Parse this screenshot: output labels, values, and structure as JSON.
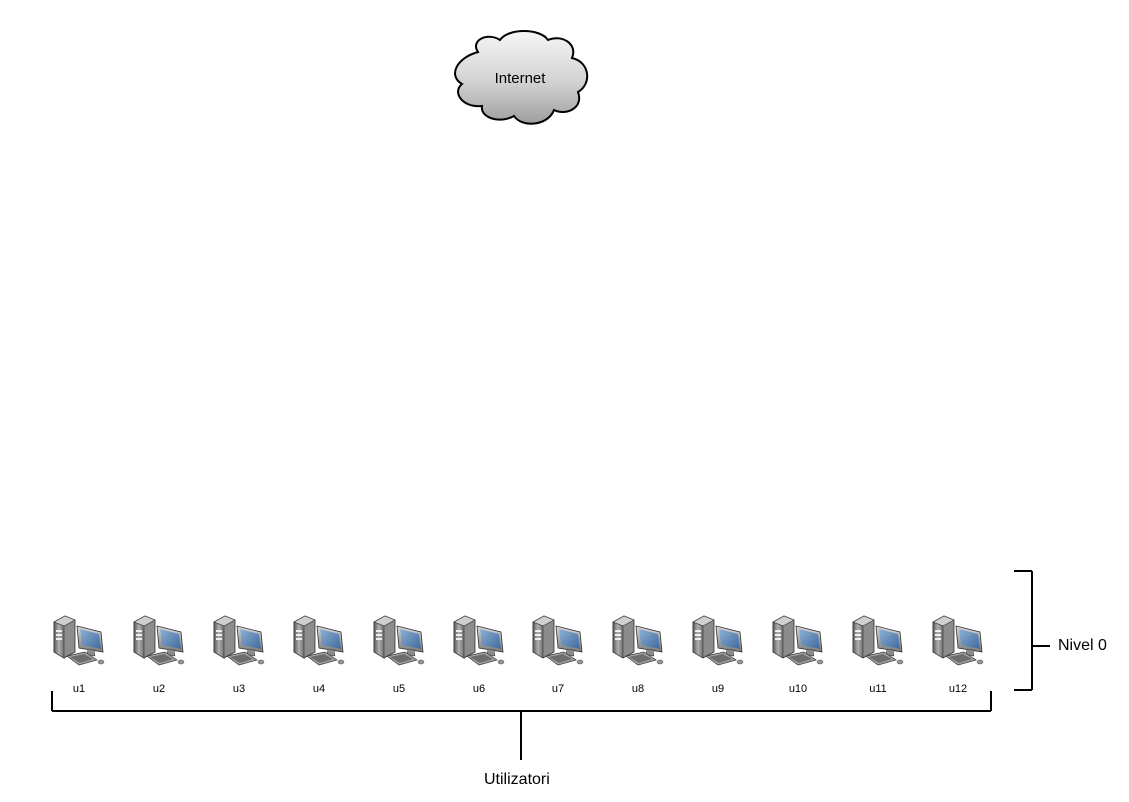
{
  "cloud": {
    "label": "Internet",
    "icon": "cloud-icon"
  },
  "computers": [
    {
      "label": "u1",
      "icon": "desktop-computer-icon"
    },
    {
      "label": "u2",
      "icon": "desktop-computer-icon"
    },
    {
      "label": "u3",
      "icon": "desktop-computer-icon"
    },
    {
      "label": "u4",
      "icon": "desktop-computer-icon"
    },
    {
      "label": "u5",
      "icon": "desktop-computer-icon"
    },
    {
      "label": "u6",
      "icon": "desktop-computer-icon"
    },
    {
      "label": "u7",
      "icon": "desktop-computer-icon"
    },
    {
      "label": "u8",
      "icon": "desktop-computer-icon"
    },
    {
      "label": "u9",
      "icon": "desktop-computer-icon"
    },
    {
      "label": "u10",
      "icon": "desktop-computer-icon"
    },
    {
      "label": "u11",
      "icon": "desktop-computer-icon"
    },
    {
      "label": "u12",
      "icon": "desktop-computer-icon"
    }
  ],
  "group_label": "Utilizatori",
  "level_label": "Nivel 0",
  "colors": {
    "cloud_fill_light": "#f4f4f4",
    "cloud_fill_dark": "#a8a8a8",
    "screen": "#5f86b4",
    "case": "#7a7a7a",
    "line": "#000000"
  }
}
